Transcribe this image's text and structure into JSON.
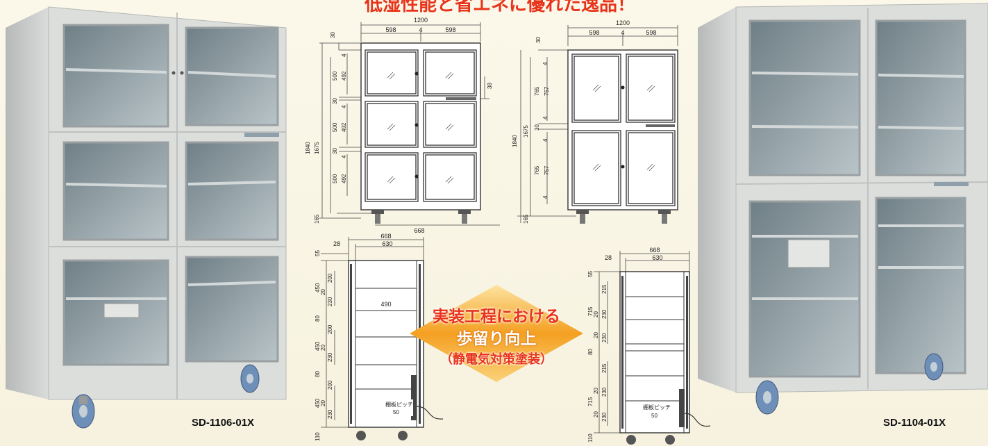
{
  "headline": "低湿性能と省エネに優れた逸品！",
  "models": {
    "left": "SD-1106-01X",
    "right": "SD-1104-01X"
  },
  "badge": {
    "line1": "実装工程における",
    "line2": "歩留り向上",
    "line3": "（静電気対策塗装）",
    "color": "#e8331a",
    "fill": "#f4a022"
  },
  "front_6door": {
    "width": "1200",
    "half_left": "598",
    "gap": "4",
    "half_right": "598",
    "top_margin": "30",
    "total_height": "1840",
    "body_height": "1675",
    "door_h": "500",
    "glass_h": "492",
    "door_gap": "4",
    "shelf_gap": "30",
    "leg": "165",
    "controller": "38",
    "depth": "668"
  },
  "front_4door": {
    "width": "1200",
    "half_left": "598",
    "gap": "4",
    "half_right": "598",
    "top_margin": "30",
    "total_height": "1840",
    "body_height": "1675",
    "door_h": "765",
    "glass_h": "757",
    "door_gap": "4",
    "mid_gap": "30",
    "leg": "165"
  },
  "side_6door": {
    "depth_outer": "668",
    "depth_inner": "630",
    "offset": "28",
    "top": "55",
    "section": "450",
    "shelf_a": "200",
    "shelf_gap": "20",
    "shelf_b": "230",
    "divider": "80",
    "inner_width": "490",
    "bottom": "110",
    "pitch_label": "棚板ピッチ",
    "pitch_value": "50"
  },
  "side_4door": {
    "depth_outer": "668",
    "depth_inner": "630",
    "offset": "28",
    "top": "55",
    "section": "715",
    "shelf_a": "215",
    "shelf_gap": "20",
    "shelf_b": "230",
    "divider": "80",
    "bottom": "110",
    "pitch_label": "棚板ピッチ",
    "pitch_value": "50"
  }
}
